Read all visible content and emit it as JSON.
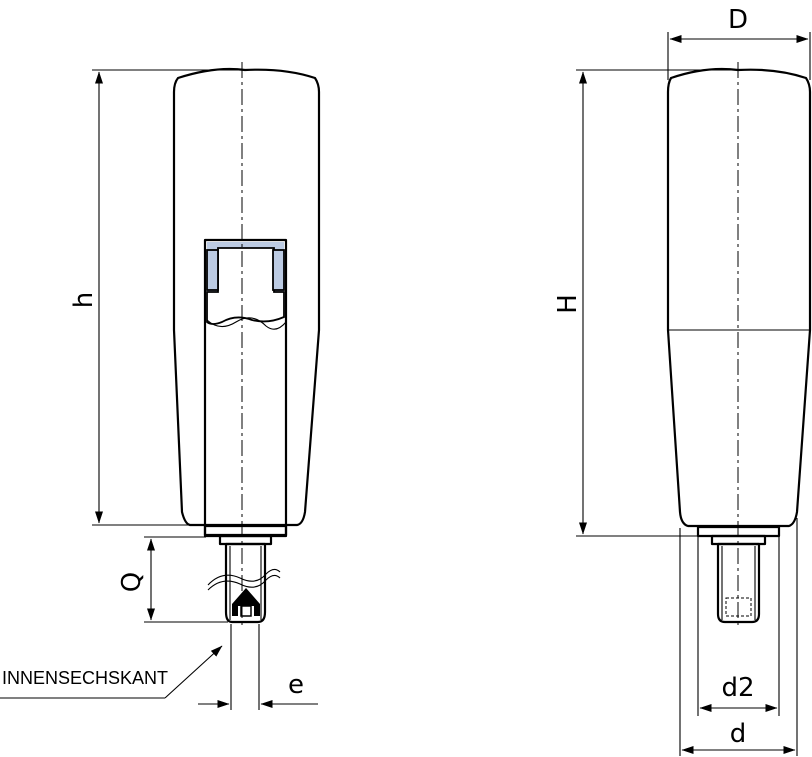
{
  "colors": {
    "body_fill": "#e8eef9",
    "insert_fill": "#bccbe3",
    "line": "#000000",
    "background": "#ffffff"
  },
  "labels": {
    "h": "h",
    "q": "Q",
    "e": "e",
    "hex_note": "INNENSECHSKANT",
    "D": "D",
    "H": "H",
    "d2": "d2",
    "d": "d"
  }
}
